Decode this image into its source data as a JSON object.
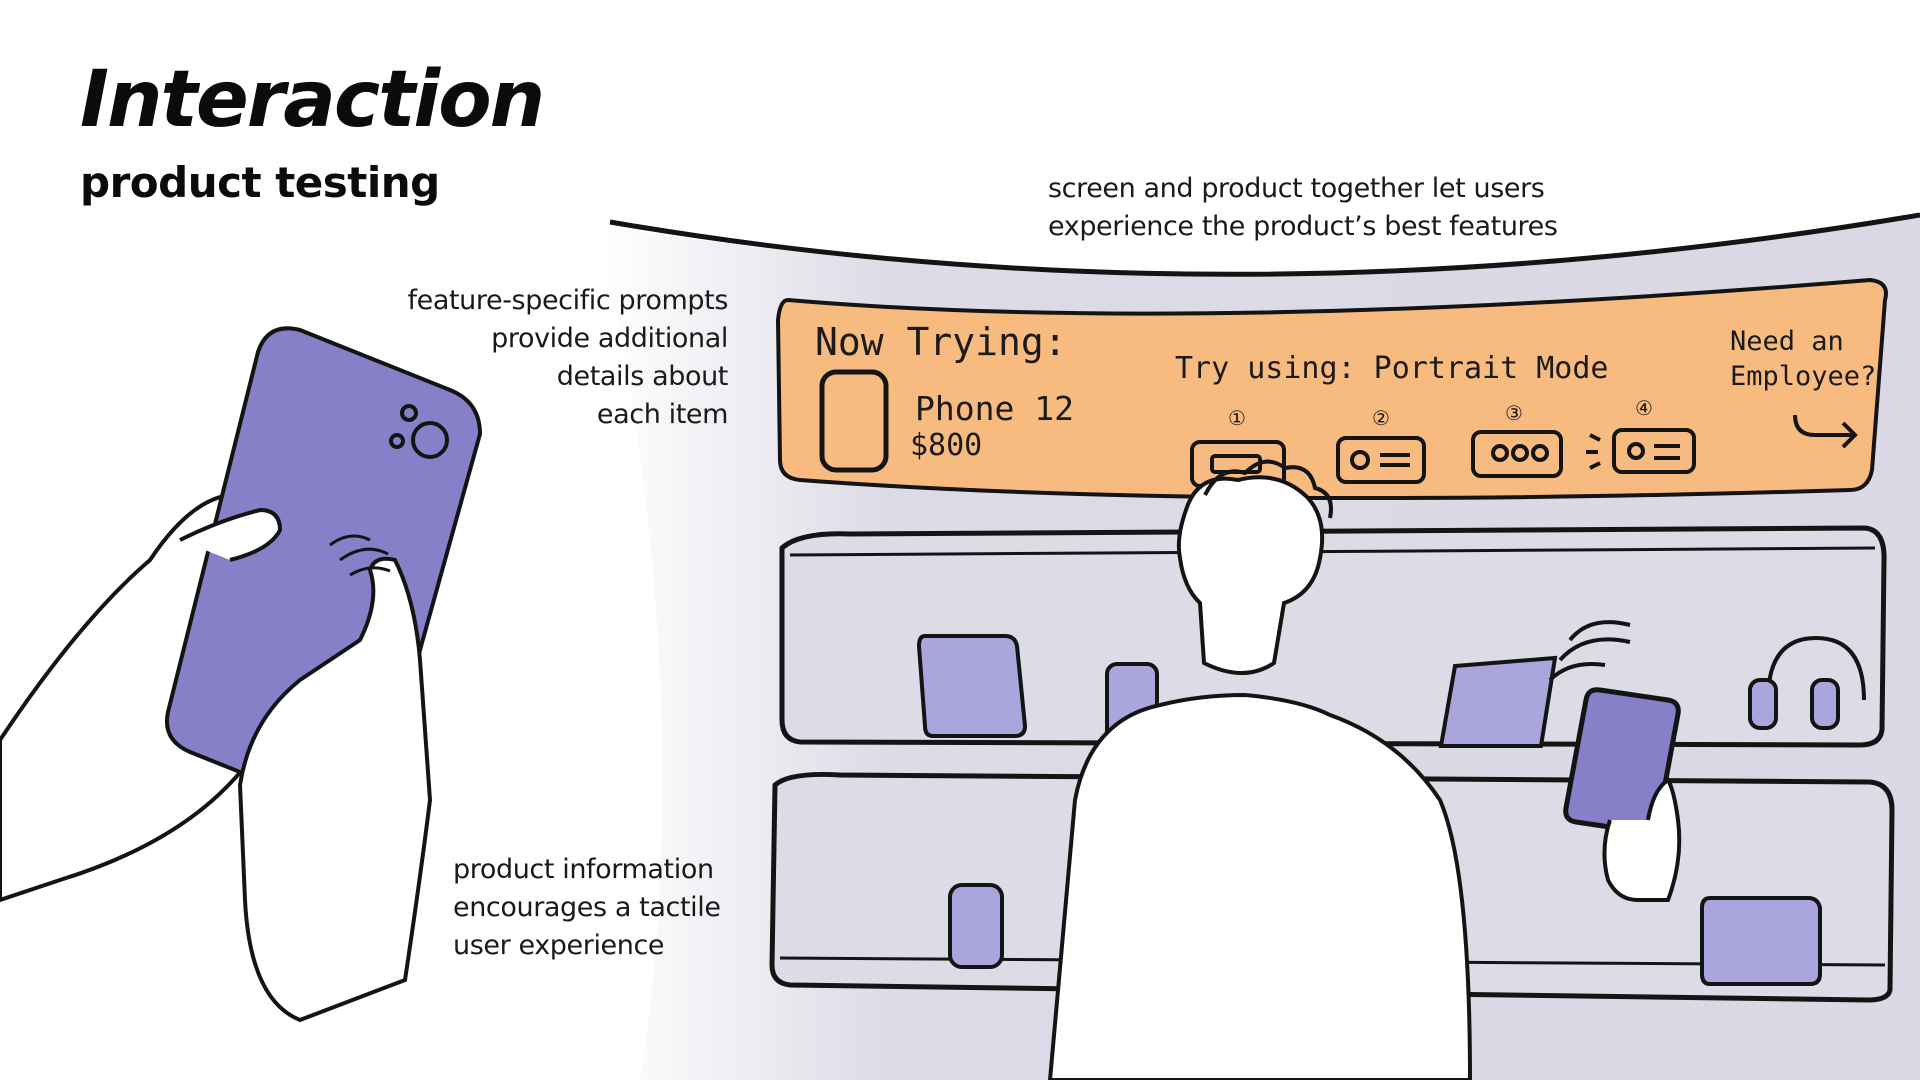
{
  "title": "Interaction",
  "subtitle": "product testing",
  "annotations": {
    "screen_note": [
      "screen and product together let users",
      "experience the product’s best features"
    ],
    "prompts_note": [
      "feature-specific prompts",
      "provide additional",
      "details about",
      "each item"
    ],
    "info_note": [
      "product information",
      "encourages a tactile",
      "user experience"
    ]
  },
  "display": {
    "now_trying": "Now Trying:",
    "product_name": "Phone 12",
    "price": "$800",
    "try_using": "Try using: Portrait Mode",
    "steps": [
      "①",
      "②",
      "③",
      "④"
    ],
    "need_employee": [
      "Need an",
      "Employee?"
    ]
  },
  "colors": {
    "screen": "#f8bb7f",
    "product": "#8580c8",
    "product_light": "#a8a6dc",
    "store_bg": "#dcdbe6",
    "ink": "#141414"
  }
}
